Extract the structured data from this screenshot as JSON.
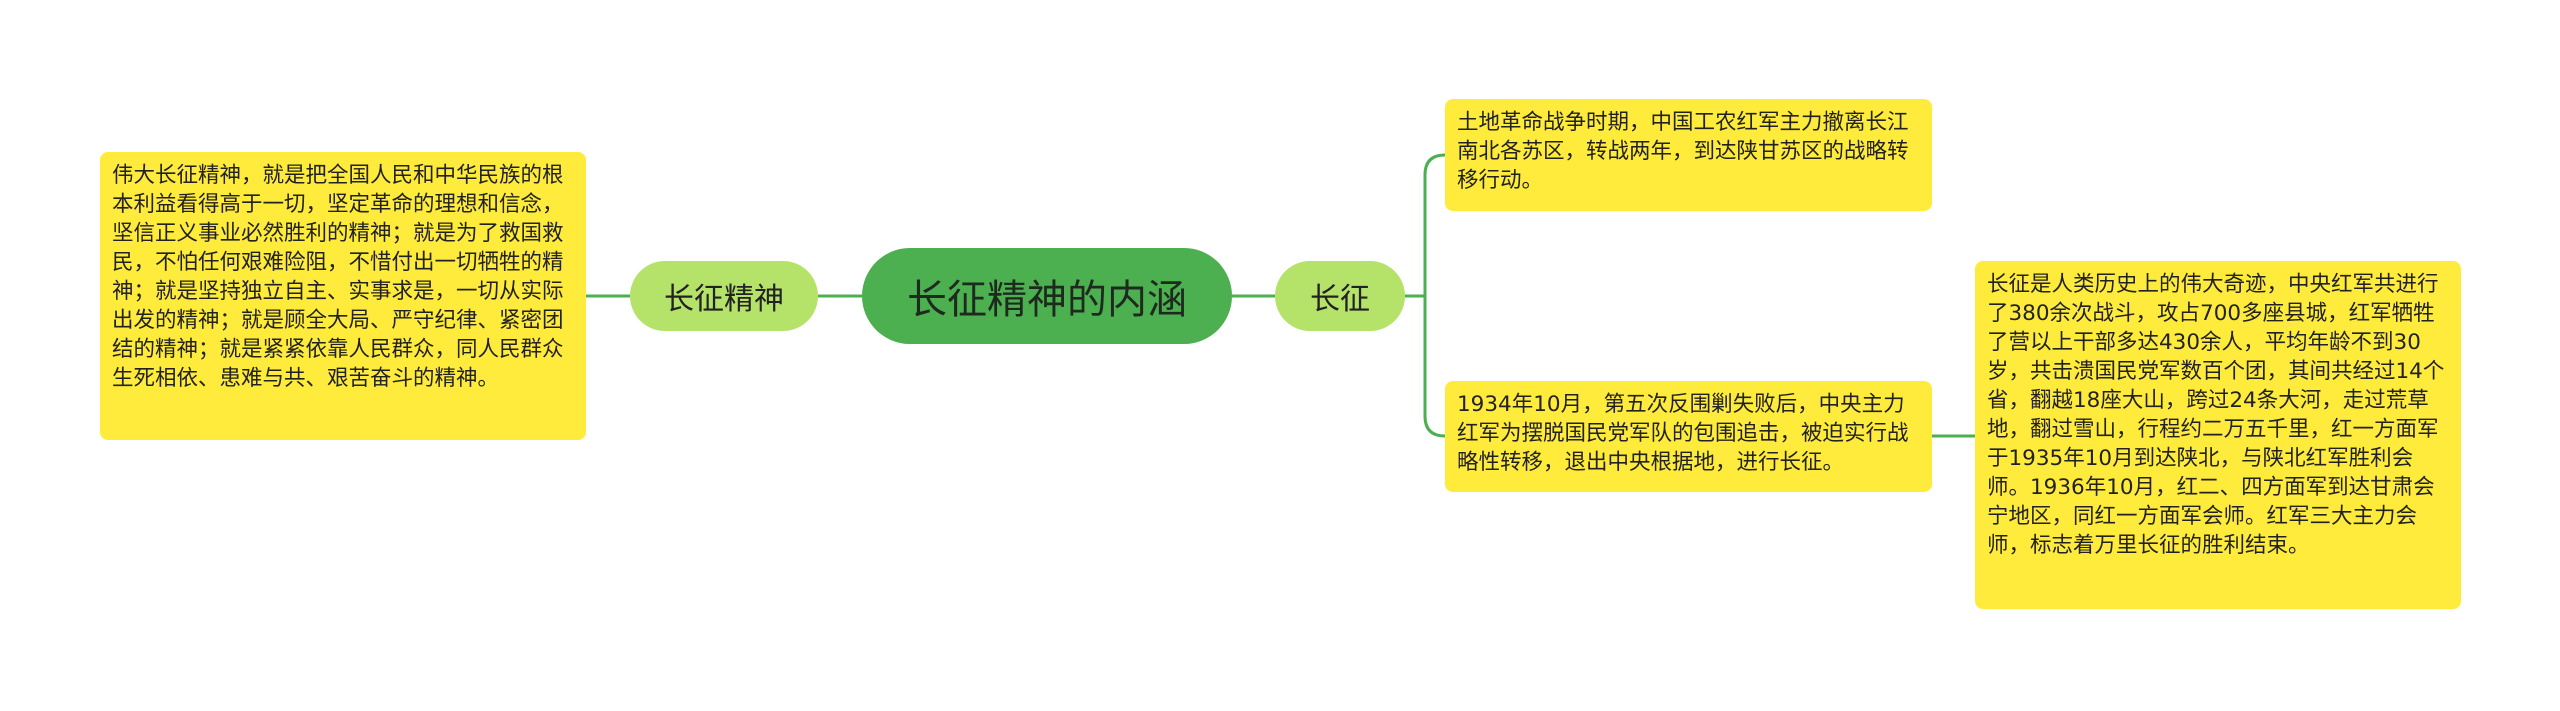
{
  "root": {
    "label": "长征精神的内涵"
  },
  "left_branch": {
    "label": "长征精神",
    "text": "伟大长征精神，就是把全国人民和中华民族的根本利益看得高于一切，坚定革命的理想和信念，坚信正义事业必然胜利的精神；就是为了救国救民，不怕任何艰难险阻，不惜付出一切牺牲的精神；就是坚持独立自主、实事求是，一切从实际出发的精神；就是顾全大局、严守纪律、紧密团结的精神；就是紧紧依靠人民群众，同人民群众生死相依、患难与共、艰苦奋斗的精神。"
  },
  "right_branch": {
    "label": "长征",
    "items": [
      {
        "text": "土地革命战争时期，中国工农红军主力撤离长江南北各苏区，转战两年，到达陕甘苏区的战略转移行动。"
      },
      {
        "text": "1934年10月，第五次反围剿失败后，中央主力红军为摆脱国民党军队的包围追击，被迫实行战略性转移，退出中央根据地，进行长征。",
        "child": "长征是人类历史上的伟大奇迹，中央红军共进行了380余次战斗，攻占700多座县城，红军牺牲了营以上干部多达430余人，平均年龄不到30岁，共击溃国民党军数百个团，其间共经过14个省，翻越18座大山，跨过24条大河，走过荒草地，翻过雪山，行程约二万五千里，红一方面军于1935年10月到达陕北，与陕北红军胜利会师。1936年10月，红二、四方面军到达甘肃会宁地区，同红一方面军会师。红军三大主力会师，标志着万里长征的胜利结束。"
      }
    ]
  },
  "colors": {
    "root": "#4caf50",
    "branch": "#b5e36a",
    "leaf": "#ffeb3b",
    "edge": "#4caf50"
  }
}
